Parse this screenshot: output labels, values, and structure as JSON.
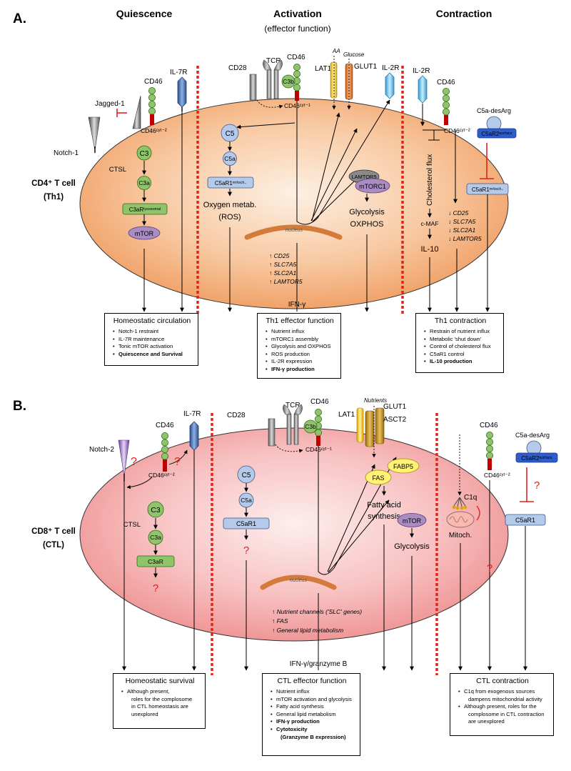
{
  "panelA": {
    "label": "A.",
    "headers": {
      "quiescence": "Quiescence",
      "activation": "Activation",
      "activation_sub": "(effector function)",
      "contraction": "Contraction"
    },
    "cell_line1": "CD4⁺ T cell",
    "cell_line2": "(Th1)",
    "receptors": {
      "jagged1": "Jagged-1",
      "notch1": "Notch-1",
      "cd46": "CD46",
      "cd46cyt2": "CD46ᶜʸᵗ⁻²",
      "il7r": "IL-7R",
      "cd28": "CD28",
      "tcr": "TCR",
      "cd46b": "CD46",
      "c3b": "C3b",
      "cd46cyt1": "CD46ᶜʸᵗ⁻¹",
      "aa": "AA",
      "glucose": "Glucose",
      "lat1": "LAT1",
      "glut1": "GLUT1",
      "il2r": "IL-2R",
      "il2r_c": "IL-2R",
      "cd46_c": "CD46",
      "cd46cyt2_c": "CD46ᶜʸᵗ⁻²",
      "c5adesarg": "C5a-desArg",
      "c5ar2": "C5aR2ˢᵘʳᶠᵃᶜᵉ"
    },
    "nodes": {
      "c3": "C3",
      "ctsl": "CTSL",
      "c3a": "C3a",
      "c3ar": "C3aRˡʸˢᵒˢᵒᵐᵃˡ",
      "mtor": "mTOR",
      "c5": "C5",
      "c5a": "C5a",
      "c5ar1": "C5aR1ᵐⁱᵗᵒᶜʰ·",
      "oxygen1": "Oxygen metab.",
      "oxygen2": "(ROS)",
      "lamtor5": "LAMTOR5",
      "mtorc1": "mTORC1",
      "glyco": "Glycolysis",
      "oxphos": "OXPHOS",
      "nucleus": "nucleus",
      "chol": "Cholesterol flux",
      "cmaf": "c-MAF",
      "il10": "IL-10",
      "c5ar1_c": "C5aR1ᵐⁱᵗᵒᶜʰ·",
      "ifng": "IFN-γ"
    },
    "genes_up": [
      "CD25",
      "SLC7A5",
      "SLC2A1",
      "LAMTOR5"
    ],
    "genes_down": [
      "CD25",
      "SLC7A5",
      "SLC2A1",
      "LAMTOR5"
    ],
    "boxes": {
      "q_title": "Homeostatic circulation",
      "q_items": [
        "Notch-1 restraint",
        "IL-7R maintenance",
        "Tonic mTOR activation",
        "Quiescence and Survival"
      ],
      "a_title": "Th1 effector function",
      "a_items": [
        "Nutrient influx",
        "mTORC1 assembly",
        "Glycolysis and OXPHOS",
        "ROS production",
        "IL-2R expression",
        "IFN-γ production"
      ],
      "c_title": "Th1 contraction",
      "c_items": [
        "Restrain of nutrient influx",
        "Metabolic 'shut down'",
        "Control of cholesterol flux",
        "C5aR1 control",
        "IL-10 production"
      ]
    }
  },
  "panelB": {
    "label": "B.",
    "cell_line1": "CD8⁺ T cell",
    "cell_line2": "(CTL)",
    "receptors": {
      "notch2": "Notch-2",
      "cd46": "CD46",
      "cd46cyt2": "CD46ᶜʸᵗ⁻²",
      "il7r": "IL-7R",
      "cd28": "CD28",
      "tcr": "TCR",
      "cd46b": "CD46",
      "c3b": "C3b",
      "cd46cyt1": "CD46ᶜʸᵗ⁻¹",
      "nutrients": "Nutrients",
      "lat1": "LAT1",
      "glut1": "GLUT1",
      "asct2": "ASCT2",
      "cd46_c": "CD46",
      "cd46cyt2_c": "CD46ᶜʸᵗ⁻²",
      "c5adesarg": "C5a-desArg",
      "c5ar2": "C5aR2ˢᵘʳᶠᵃᶜᵉ"
    },
    "nodes": {
      "c3": "C3",
      "ctsl": "CTSL",
      "c3a": "C3a",
      "c3ar": "C3aR",
      "c5": "C5",
      "c5a": "C5a",
      "c5ar1": "C5aR1",
      "fabp5": "FABP5",
      "fas": "FAS",
      "fa1": "Fatty acid",
      "fa2": "synthesis",
      "mtor": "mTOR",
      "glyco": "Glycolysis",
      "nucleus": "nucleus",
      "c1q": "C1q",
      "mitoch": "Mitoch.",
      "c5ar1_c": "C5aR1",
      "ifng": "IFN-γ/granzyme B",
      "q": "?"
    },
    "genes_up": [
      "Nutrient channels ('SLC' genes)",
      "FAS",
      "General lipid metabolism"
    ],
    "boxes": {
      "q_title": "Homeostatic survival",
      "q_items": [
        "Although present,",
        "roles for the complosome",
        "in CTL homeostasis are",
        "unexplored"
      ],
      "a_title": "CTL effector function",
      "a_items": [
        "Nutrient influx",
        "mTOR activation and glycolysis",
        "Fatty acid synthesis",
        "General lipid metabolism",
        "IFN-γ production",
        "Cytotoxicity",
        "(Granzyme B expression)"
      ],
      "c_title": "CTL contraction",
      "c_items": [
        "C1q from exogenous sources",
        "dampens mitochondrial activity",
        "Although present, roles for the",
        "complosome in CTL contraction",
        "are unexplored"
      ]
    }
  },
  "colors": {
    "cellA": "#f5b183",
    "cellB": "#f6a9a9",
    "divider": "#e2231a",
    "complement": "#8fc46a",
    "c5": "#b5c9e9",
    "mtor": "#a98cc2",
    "question": "#e2231a"
  }
}
